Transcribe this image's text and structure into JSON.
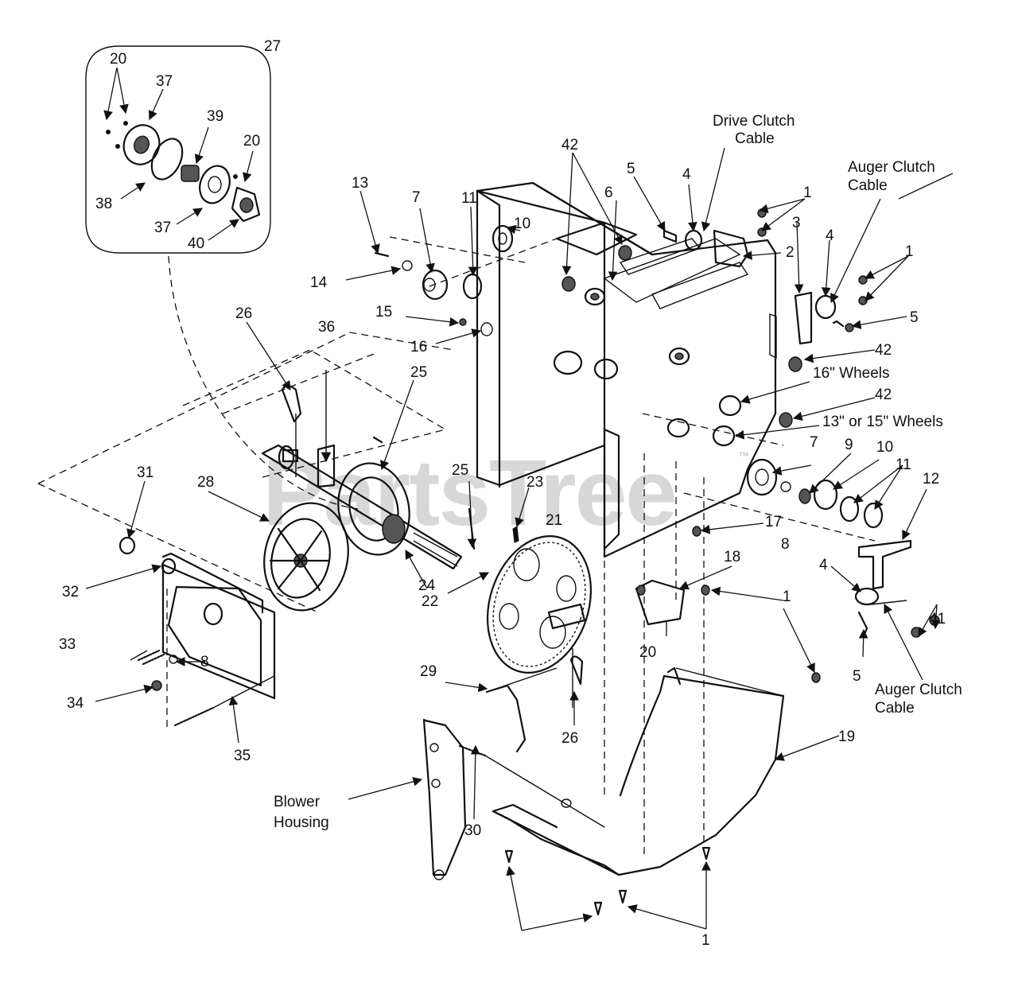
{
  "watermark": "PartsTree",
  "watermark_mark": "™",
  "callouts": {
    "c1": "1",
    "c2": "2",
    "c3": "3",
    "c4": "4",
    "c5": "5",
    "c6": "6",
    "c7": "7",
    "c8": "8",
    "c9": "9",
    "c10": "10",
    "c11": "11",
    "c12": "12",
    "c13": "13",
    "c14": "14",
    "c15": "15",
    "c16": "16",
    "c17": "17",
    "c18": "18",
    "c19": "19",
    "c20": "20",
    "c21": "21",
    "c22": "22",
    "c23": "23",
    "c24": "24",
    "c25": "25",
    "c26": "26",
    "c27": "27",
    "c28": "28",
    "c29": "29",
    "c30": "30",
    "c31": "31",
    "c32": "32",
    "c33": "33",
    "c34": "34",
    "c35": "35",
    "c36": "36",
    "c37": "37",
    "c38": "38",
    "c39": "39",
    "c40": "40",
    "c41": "41",
    "c42": "42"
  },
  "text_labels": {
    "drive_clutch_cable_l1": "Drive Clutch",
    "drive_clutch_cable_l2": "Cable",
    "auger_clutch_cable_top_l1": "Auger Clutch",
    "auger_clutch_cable_top_l2": "Cable",
    "auger_clutch_cable_bottom_l1": "Auger Clutch",
    "auger_clutch_cable_bottom_l2": "Cable",
    "wheels_16": "16\" Wheels",
    "wheels_13_15": "13\" or 15\" Wheels",
    "blower_housing_l1": "Blower",
    "blower_housing_l2": "Housing"
  }
}
